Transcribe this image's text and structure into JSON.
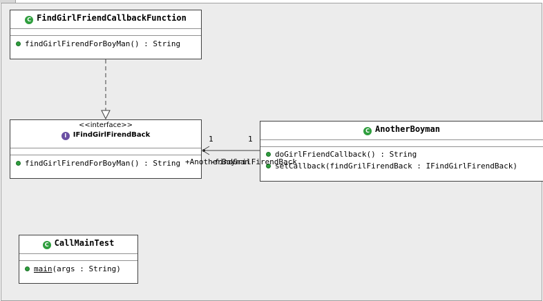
{
  "classes": {
    "find_callback_fn": {
      "name": "FindGirlFriendCallbackFunction",
      "op1": "findGirlFirendForBoyMan() : String",
      "icon": "class-icon"
    },
    "interface": {
      "stereotype": "<<interface>>",
      "name": "IFindGirlFirendBack",
      "op1": "findGirlFirendForBoyMan() : String",
      "icon": "interface-icon"
    },
    "another_boyman": {
      "name": "AnotherBoyman",
      "op1": "doGirlFriendCallback() : String",
      "op2": "setCallback(findGrilFirendBack : IFindGirlFirendBack)",
      "icon": "class-icon"
    },
    "call_main_test": {
      "name": "CallMainTest",
      "op1_name": "main",
      "op1_rest": "(args : String)",
      "icon": "class-icon"
    }
  },
  "association": {
    "mult_left": "1",
    "mult_right": "1",
    "role_a": "+AnotherBoyman",
    "role_b": "-findGrilFirendBack"
  },
  "colors": {
    "class_icon": "#2f9e3e",
    "interface_icon": "#6a4fa3",
    "canvas": "#ececec"
  }
}
